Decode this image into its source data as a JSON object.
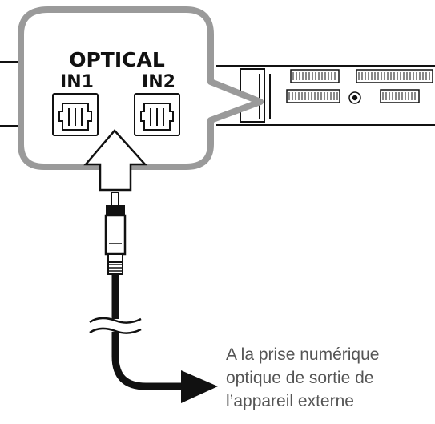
{
  "port_panel": {
    "group_label": "OPTICAL",
    "port_1_label": "IN1",
    "port_2_label": "IN2"
  },
  "caption": {
    "line_1": "A la prise numérique",
    "line_2": "optique de sortie de",
    "line_3": "l’appareil externe"
  },
  "colors": {
    "callout_fill": "#ffffff",
    "callout_border": "#9a9a9a",
    "line": "#111111",
    "caption_text": "#555555"
  }
}
